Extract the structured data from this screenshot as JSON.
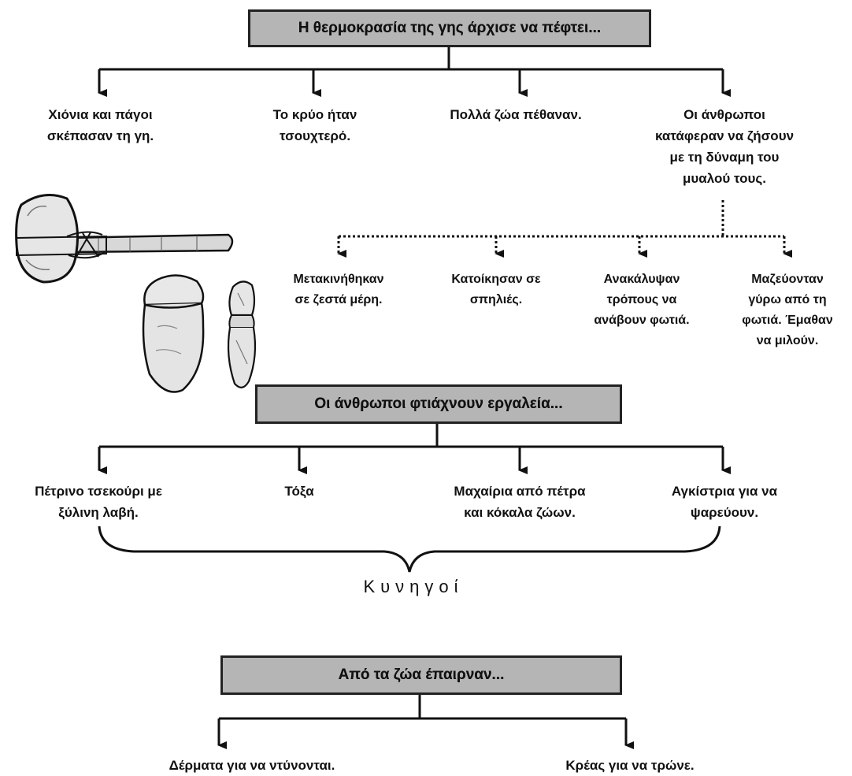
{
  "title_box": "Η θερμοκρασία της γης άρχισε να πέφτει...",
  "level1": [
    "Χιόνια και πάγοι\nσκέπασαν τη γη.",
    "Το κρύο ήταν\nτσουχτερό.",
    "Πολλά ζώα πέθαναν.",
    "Οι άνθρωποι\nκατάφεραν να ζήσουν\nμε τη δύναμη του\nμυαλού τους."
  ],
  "level2": [
    "Μετακινήθηκαν\nσε ζεστά μέρη.",
    "Κατοίκησαν σε\nσπηλιές.",
    "Ανακάλυψαν\nτρόπους να\nανάβουν φωτιά.",
    "Μαζεύονταν\nγύρω από τη\nφωτιά. Έμαθαν\nνα μιλούν."
  ],
  "tools_box": "Οι άνθρωποι φτιάχνουν εργαλεία...",
  "tools": [
    "Πέτρινο τσεκούρι με\nξύλινη λαβή.",
    "Τόξα",
    "Μαχαίρια από πέτρα\nκαι κόκαλα ζώων.",
    "Αγκίστρια για να\nψαρεύουν."
  ],
  "hunters_label": "Κυνηγοί",
  "animals_box": "Από τα ζώα έπαιρναν...",
  "animals": [
    "Δέρματα για να ντύνονται.",
    "Κρέας για να τρώνε."
  ],
  "illustrations": [
    "stone-axe-icon",
    "hand-axe-icon",
    "stone-blade-icon"
  ]
}
